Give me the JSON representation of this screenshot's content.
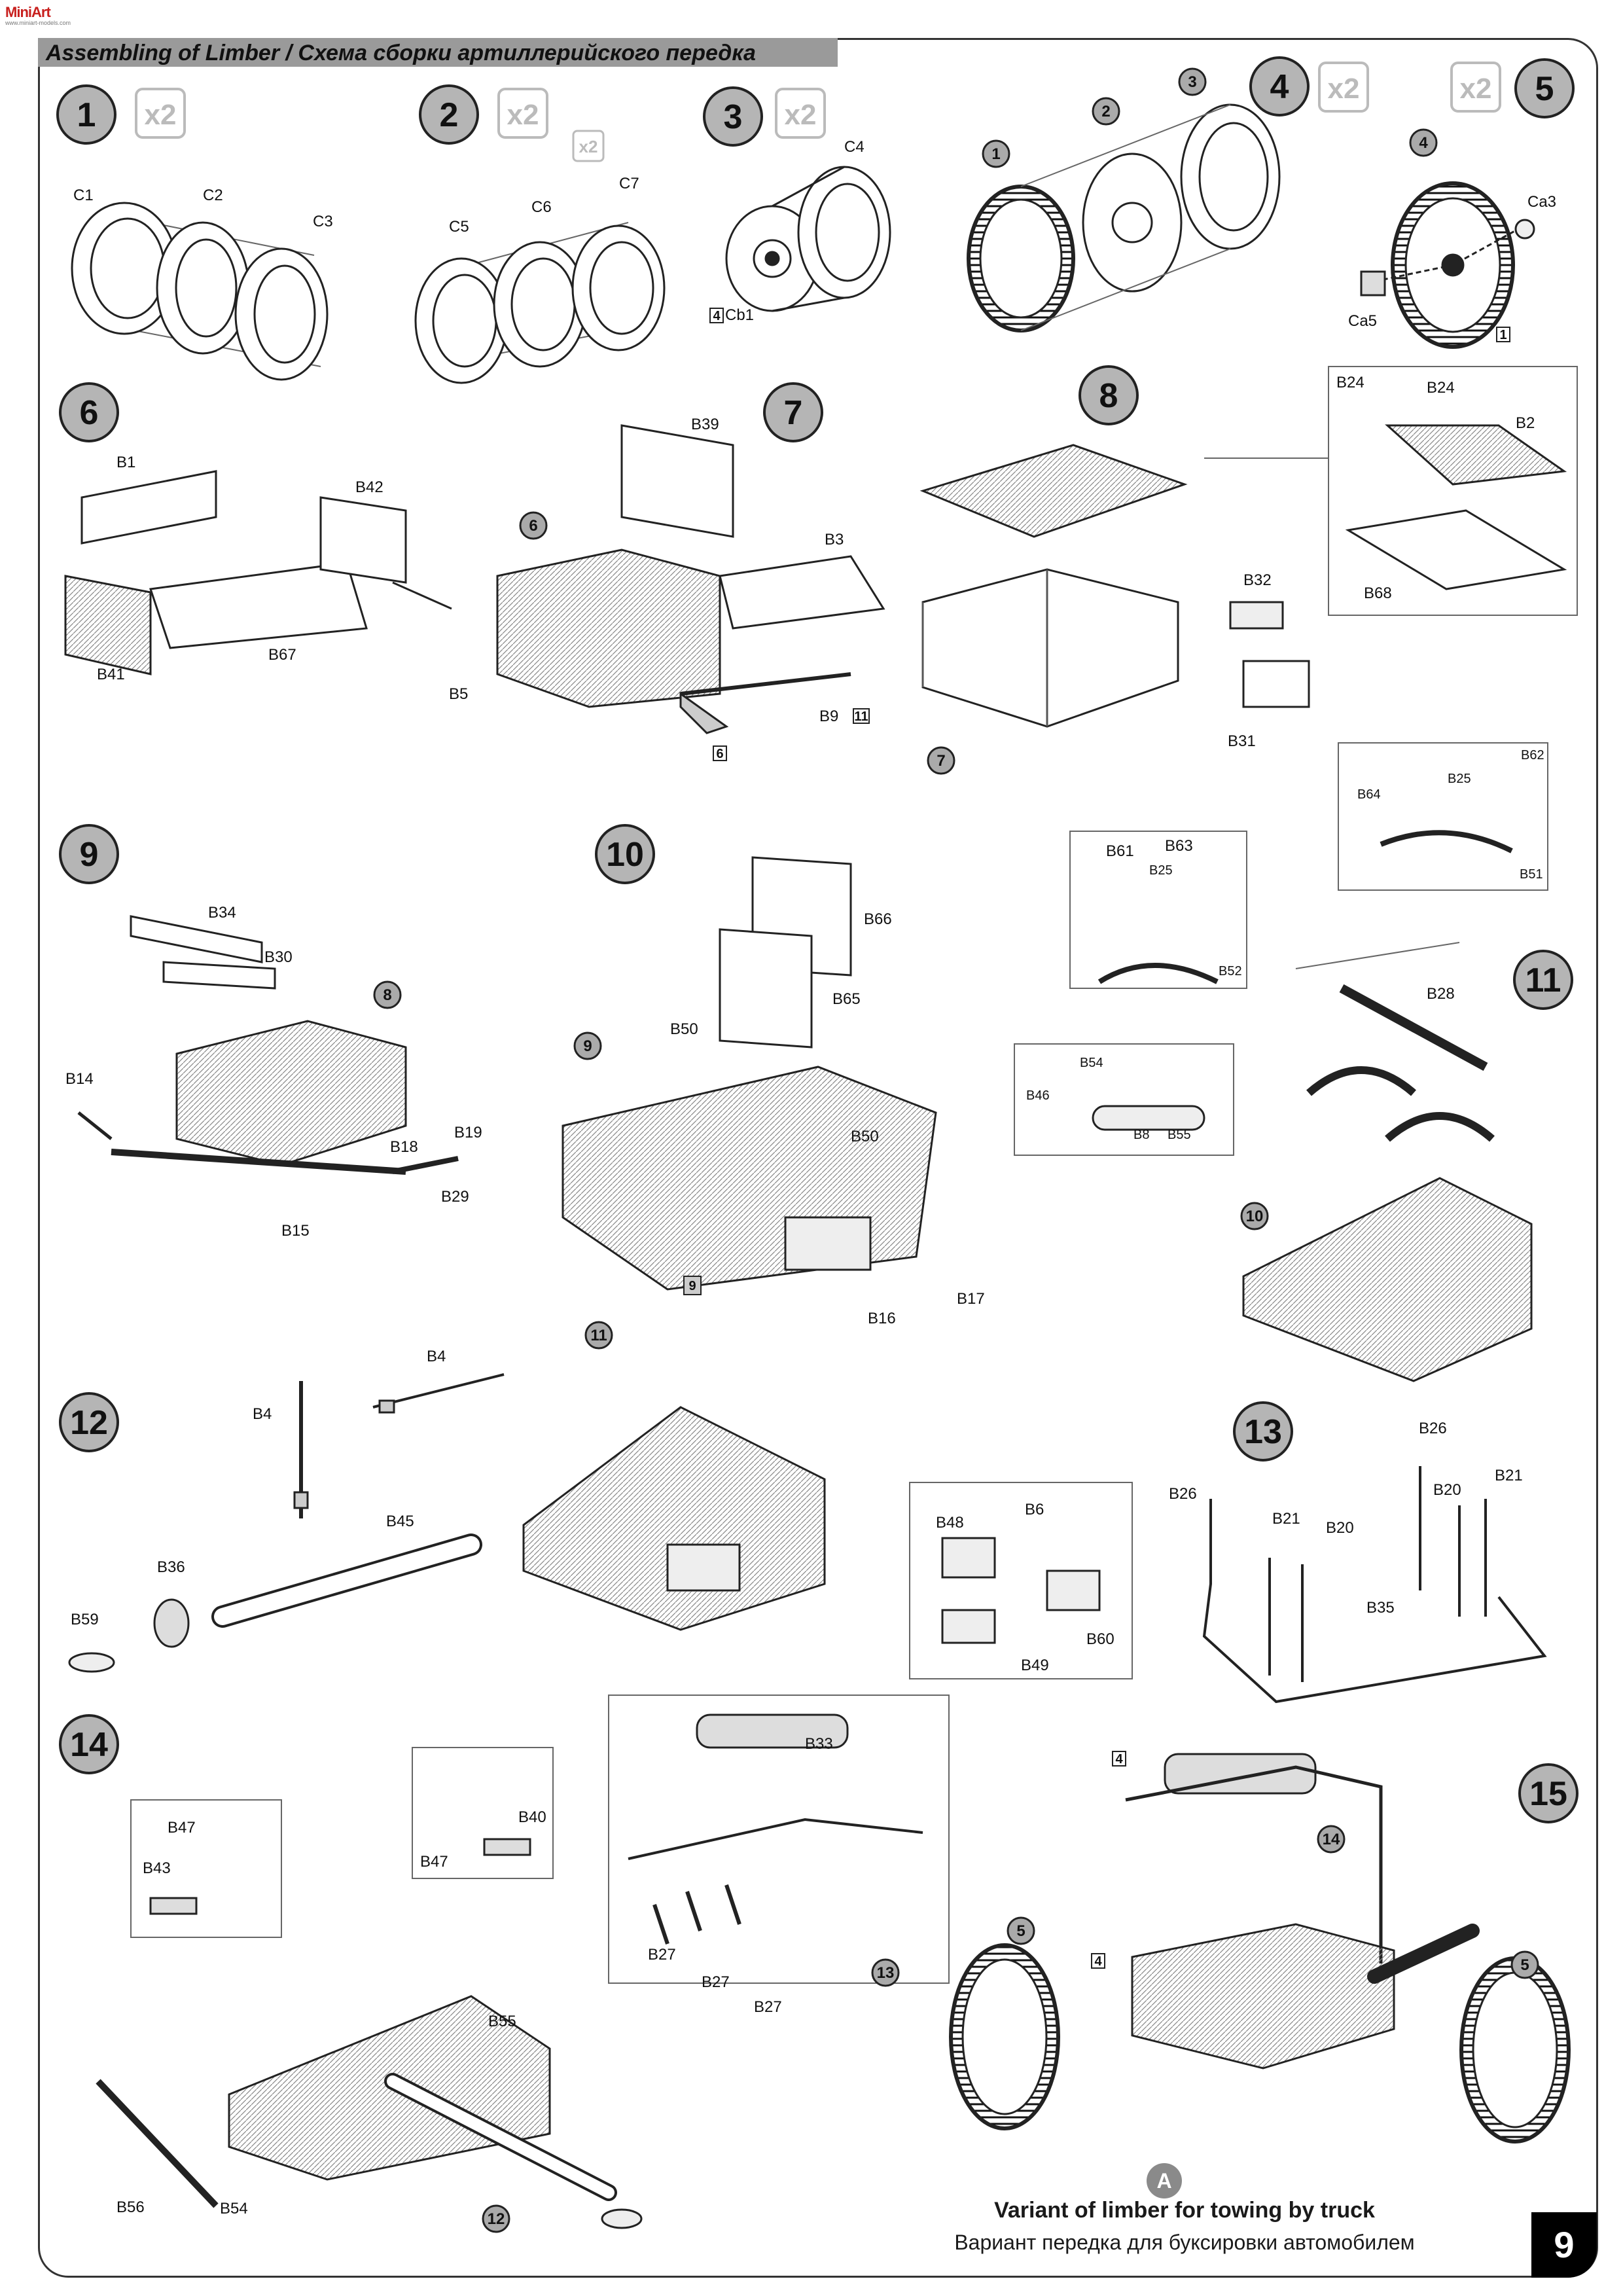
{
  "brand": {
    "logo": "MiniArt",
    "site": "www.miniart-models.com"
  },
  "header": {
    "title": "Assembling of Limber / Схема сборки артиллерийского передка"
  },
  "page_number": "9",
  "variant": {
    "badge": "A",
    "caption_en": "Variant of limber for towing by truck",
    "caption_ru": "Вариант передка для буксировки автомобилем"
  },
  "quantity_marks": {
    "step1": "x2",
    "step2": "x2",
    "step2_small": "x2",
    "step3": "x2",
    "step4": "x2",
    "step5": "x2"
  },
  "steps": [
    {
      "number": "1",
      "parts": [
        "C1",
        "C2",
        "C3"
      ]
    },
    {
      "number": "2",
      "parts": [
        "C5",
        "C6",
        "C7"
      ]
    },
    {
      "number": "3",
      "parts": [
        "C4",
        "Cb1"
      ],
      "sub_ref": "4"
    },
    {
      "number": "4",
      "refs": [
        "1",
        "2",
        "3"
      ]
    },
    {
      "number": "5",
      "parts": [
        "Ca3",
        "Ca5"
      ],
      "refs": [
        "4"
      ],
      "sub_ref": "1"
    },
    {
      "number": "6",
      "parts": [
        "B1",
        "B42",
        "B41",
        "B67"
      ]
    },
    {
      "number": "7",
      "parts": [
        "B39",
        "B3",
        "B5",
        "B9"
      ],
      "refs": [
        "6"
      ],
      "sub_refs": [
        "11",
        "6"
      ]
    },
    {
      "number": "8",
      "parts": [
        "B32",
        "B31",
        "B24",
        "B24",
        "B2",
        "B68"
      ],
      "refs": [
        "7"
      ]
    },
    {
      "number": "9",
      "parts": [
        "B34",
        "B30",
        "B14",
        "B18",
        "B19",
        "B29",
        "B15"
      ],
      "refs": [
        "8"
      ]
    },
    {
      "number": "10",
      "parts": [
        "B66",
        "B65",
        "B50",
        "B50",
        "B16",
        "B17"
      ],
      "refs": [
        "9"
      ],
      "sub_ref": "9"
    },
    {
      "number": "11",
      "parts": [
        "B61",
        "B63",
        "B25",
        "B52",
        "B64",
        "B25",
        "B62",
        "B51",
        "B54",
        "B46",
        "B8",
        "B55",
        "B28"
      ],
      "refs": [
        "10"
      ]
    },
    {
      "number": "12",
      "parts": [
        "B4",
        "B4",
        "B45",
        "B36",
        "B59",
        "B48",
        "B6",
        "B60",
        "B49"
      ],
      "refs": [
        "11"
      ]
    },
    {
      "number": "13",
      "parts": [
        "B26",
        "B26",
        "B21",
        "B21",
        "B20",
        "B20",
        "B35"
      ]
    },
    {
      "number": "14",
      "parts": [
        "B47",
        "B43",
        "B47",
        "B40",
        "B55",
        "B56",
        "B54"
      ],
      "refs": [
        "12"
      ]
    },
    {
      "number": "15",
      "parts": [
        "B33",
        "B27",
        "B27",
        "B27"
      ],
      "refs": [
        "13",
        "5",
        "14",
        "5"
      ],
      "sub_refs": [
        "4",
        "4"
      ]
    }
  ]
}
